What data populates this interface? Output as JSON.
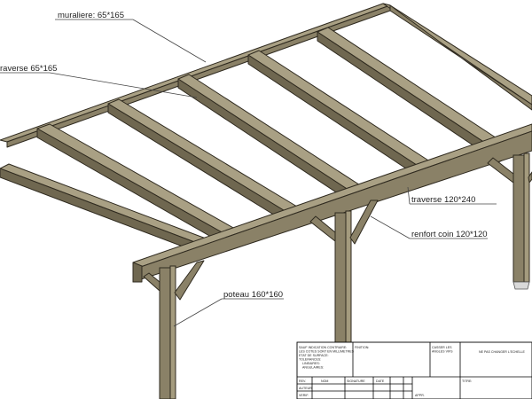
{
  "callouts": {
    "muraliere": "muraliere: 65*165",
    "traverse_small": "raverse 65*165",
    "traverse_big": "traverse 120*240",
    "renfort": "renfort coin 120*120",
    "poteau": "poteau 160*160"
  },
  "title_block": {
    "notes_lines": [
      "SAUF INDICATION CONTRAIRE:",
      "LES COTES SONT EN MILLIMETRES",
      "ETAT DE SURFACE:",
      "TOLERANCES:",
      "LINEAIRES:",
      "ANGULAIRES:"
    ],
    "finition": "FINITION:",
    "casser": "CASSER LES",
    "angles": "ANGLES VIFS",
    "ne_pas": "NE PAS CHANGER L'ECHELLE",
    "rev": "REV.",
    "nom": "NOM",
    "signature": "SIGNATURE",
    "date": "DATE",
    "titre": "TITRE:",
    "auteur": "AUTEUR",
    "verif": "VERIF.",
    "approuve": "APPR."
  },
  "colors": {
    "wood": "#8a8167",
    "wood_light": "#a9a084",
    "outline": "#2f2a1f"
  }
}
